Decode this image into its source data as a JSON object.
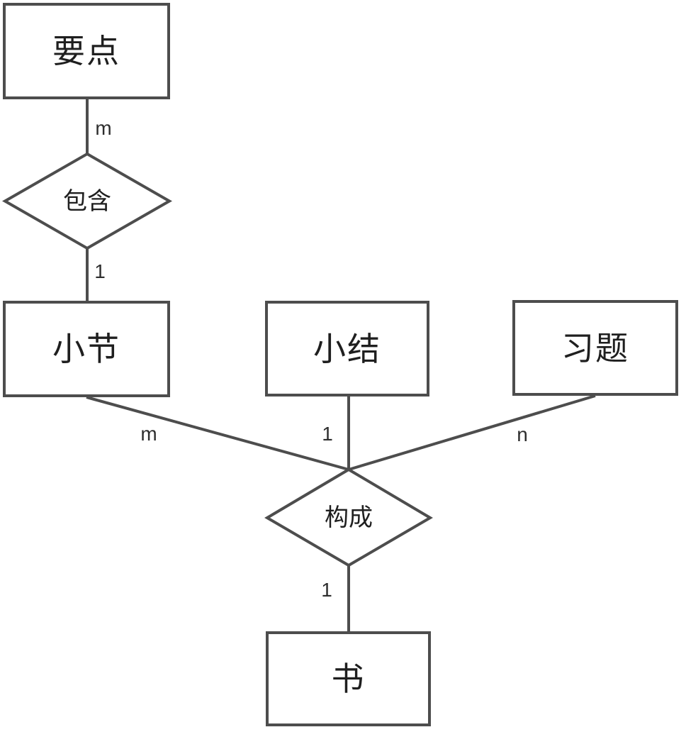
{
  "diagram": {
    "type": "entity-relationship",
    "colors": {
      "stroke": "#4d4d4d",
      "text": "#1f1f1f",
      "background": "#ffffff"
    },
    "entities": [
      {
        "id": "key-points",
        "label": "要点"
      },
      {
        "id": "section",
        "label": "小节"
      },
      {
        "id": "summary",
        "label": "小结"
      },
      {
        "id": "exercises",
        "label": "习题"
      },
      {
        "id": "book",
        "label": "书"
      }
    ],
    "relationships": [
      {
        "id": "contains",
        "label": "包含"
      },
      {
        "id": "constitute",
        "label": "构成"
      }
    ],
    "edges": [
      {
        "from": "要点",
        "to": "包含",
        "label": "m"
      },
      {
        "from": "包含",
        "to": "小节",
        "label": "1"
      },
      {
        "from": "小节",
        "to": "构成",
        "label": "m"
      },
      {
        "from": "小结",
        "to": "构成",
        "label": "1"
      },
      {
        "from": "习题",
        "to": "构成",
        "label": "n"
      },
      {
        "from": "构成",
        "to": "书",
        "label": "1"
      }
    ]
  }
}
